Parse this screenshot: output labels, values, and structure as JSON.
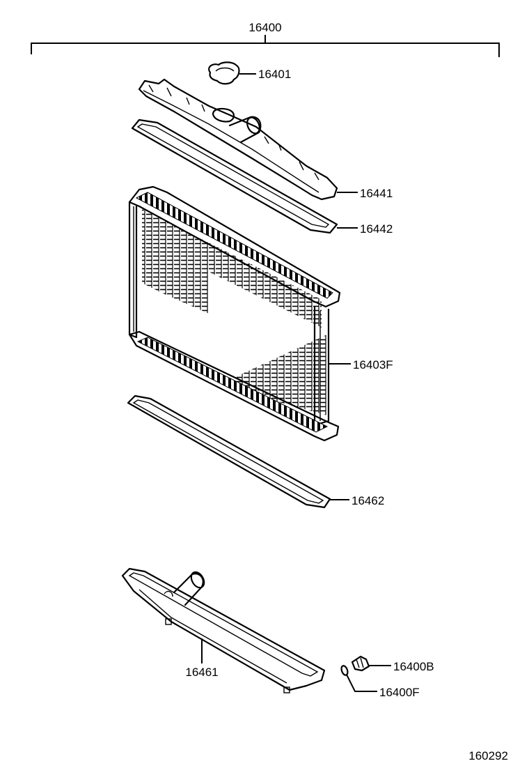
{
  "assembly_label": "16400",
  "parts": {
    "cap": "16401",
    "upper_tank": "16441",
    "upper_gasket": "16442",
    "core": "16403F",
    "lower_gasket": "16462",
    "lower_tank": "16461",
    "drain_cock": "16400B",
    "drain_cock_oring": "16400F"
  },
  "figure_code": "160292"
}
